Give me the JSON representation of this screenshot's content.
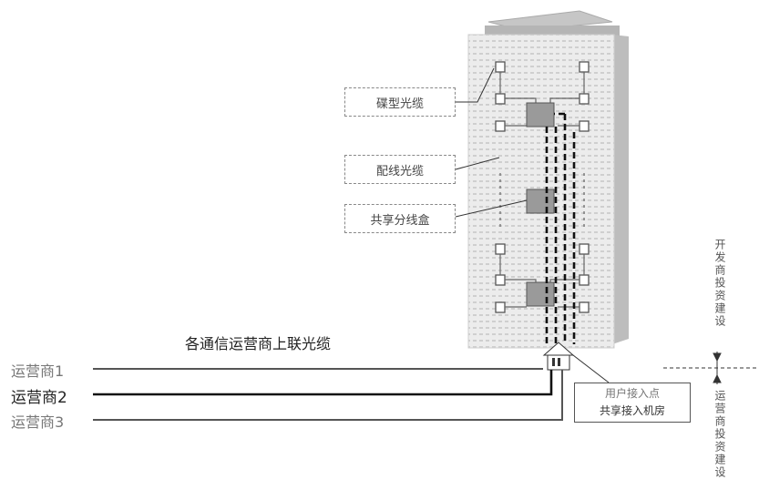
{
  "callouts": {
    "butterfly_cable": "碟型光缆",
    "distribution_cable": "配线光缆",
    "shared_box": "共享分线盒"
  },
  "uplink_title": "各通信运营商上联光缆",
  "operators": [
    "运营商1",
    "运营商2",
    "运营商3"
  ],
  "access_point": {
    "line1": "用户接入点",
    "line2": "共享接入机房"
  },
  "investment": {
    "developer": "开发商投资建设",
    "operator": "运营商投资建设"
  }
}
